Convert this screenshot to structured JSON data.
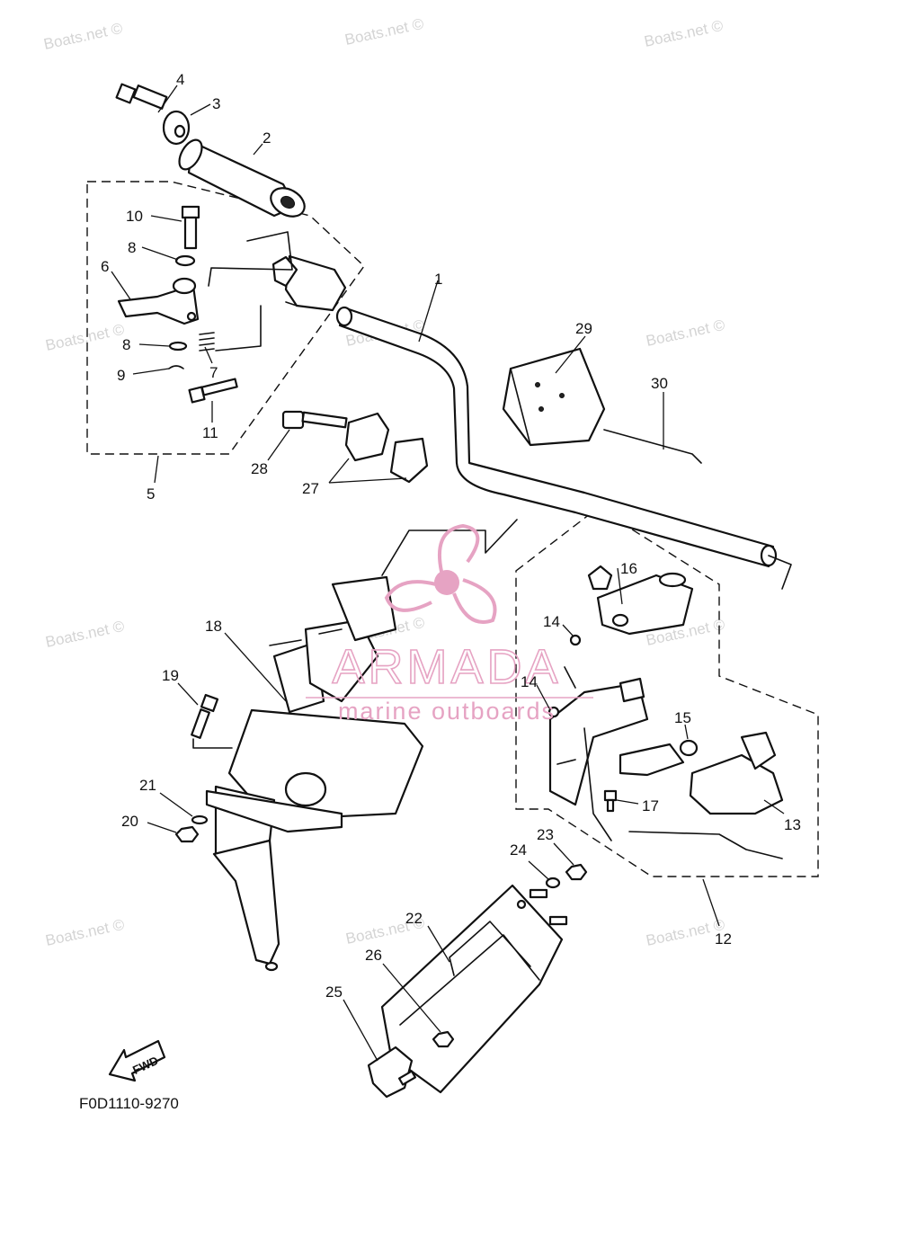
{
  "watermarks": [
    "Boats.net ©",
    "Boats.net ©",
    "Boats.net ©",
    "Boats.net ©",
    "Boats.net ©",
    "Boats.net ©",
    "Boats.net ©",
    "Boats.net ©",
    "Boats.net ©",
    "Boats.net ©",
    "Boats.net ©",
    "Boats.net ©"
  ],
  "brand": {
    "name": "ARMADA",
    "tagline": "marine outboards",
    "color": "#e6a3c3"
  },
  "callouts": [
    "1",
    "2",
    "3",
    "4",
    "5",
    "6",
    "7",
    "8",
    "8",
    "9",
    "10",
    "11",
    "12",
    "13",
    "14",
    "14",
    "15",
    "16",
    "17",
    "18",
    "19",
    "20",
    "21",
    "22",
    "23",
    "24",
    "25",
    "26",
    "27",
    "28",
    "29",
    "30"
  ],
  "direction_label": "FWD",
  "figure_code": "F0D1110-9270"
}
